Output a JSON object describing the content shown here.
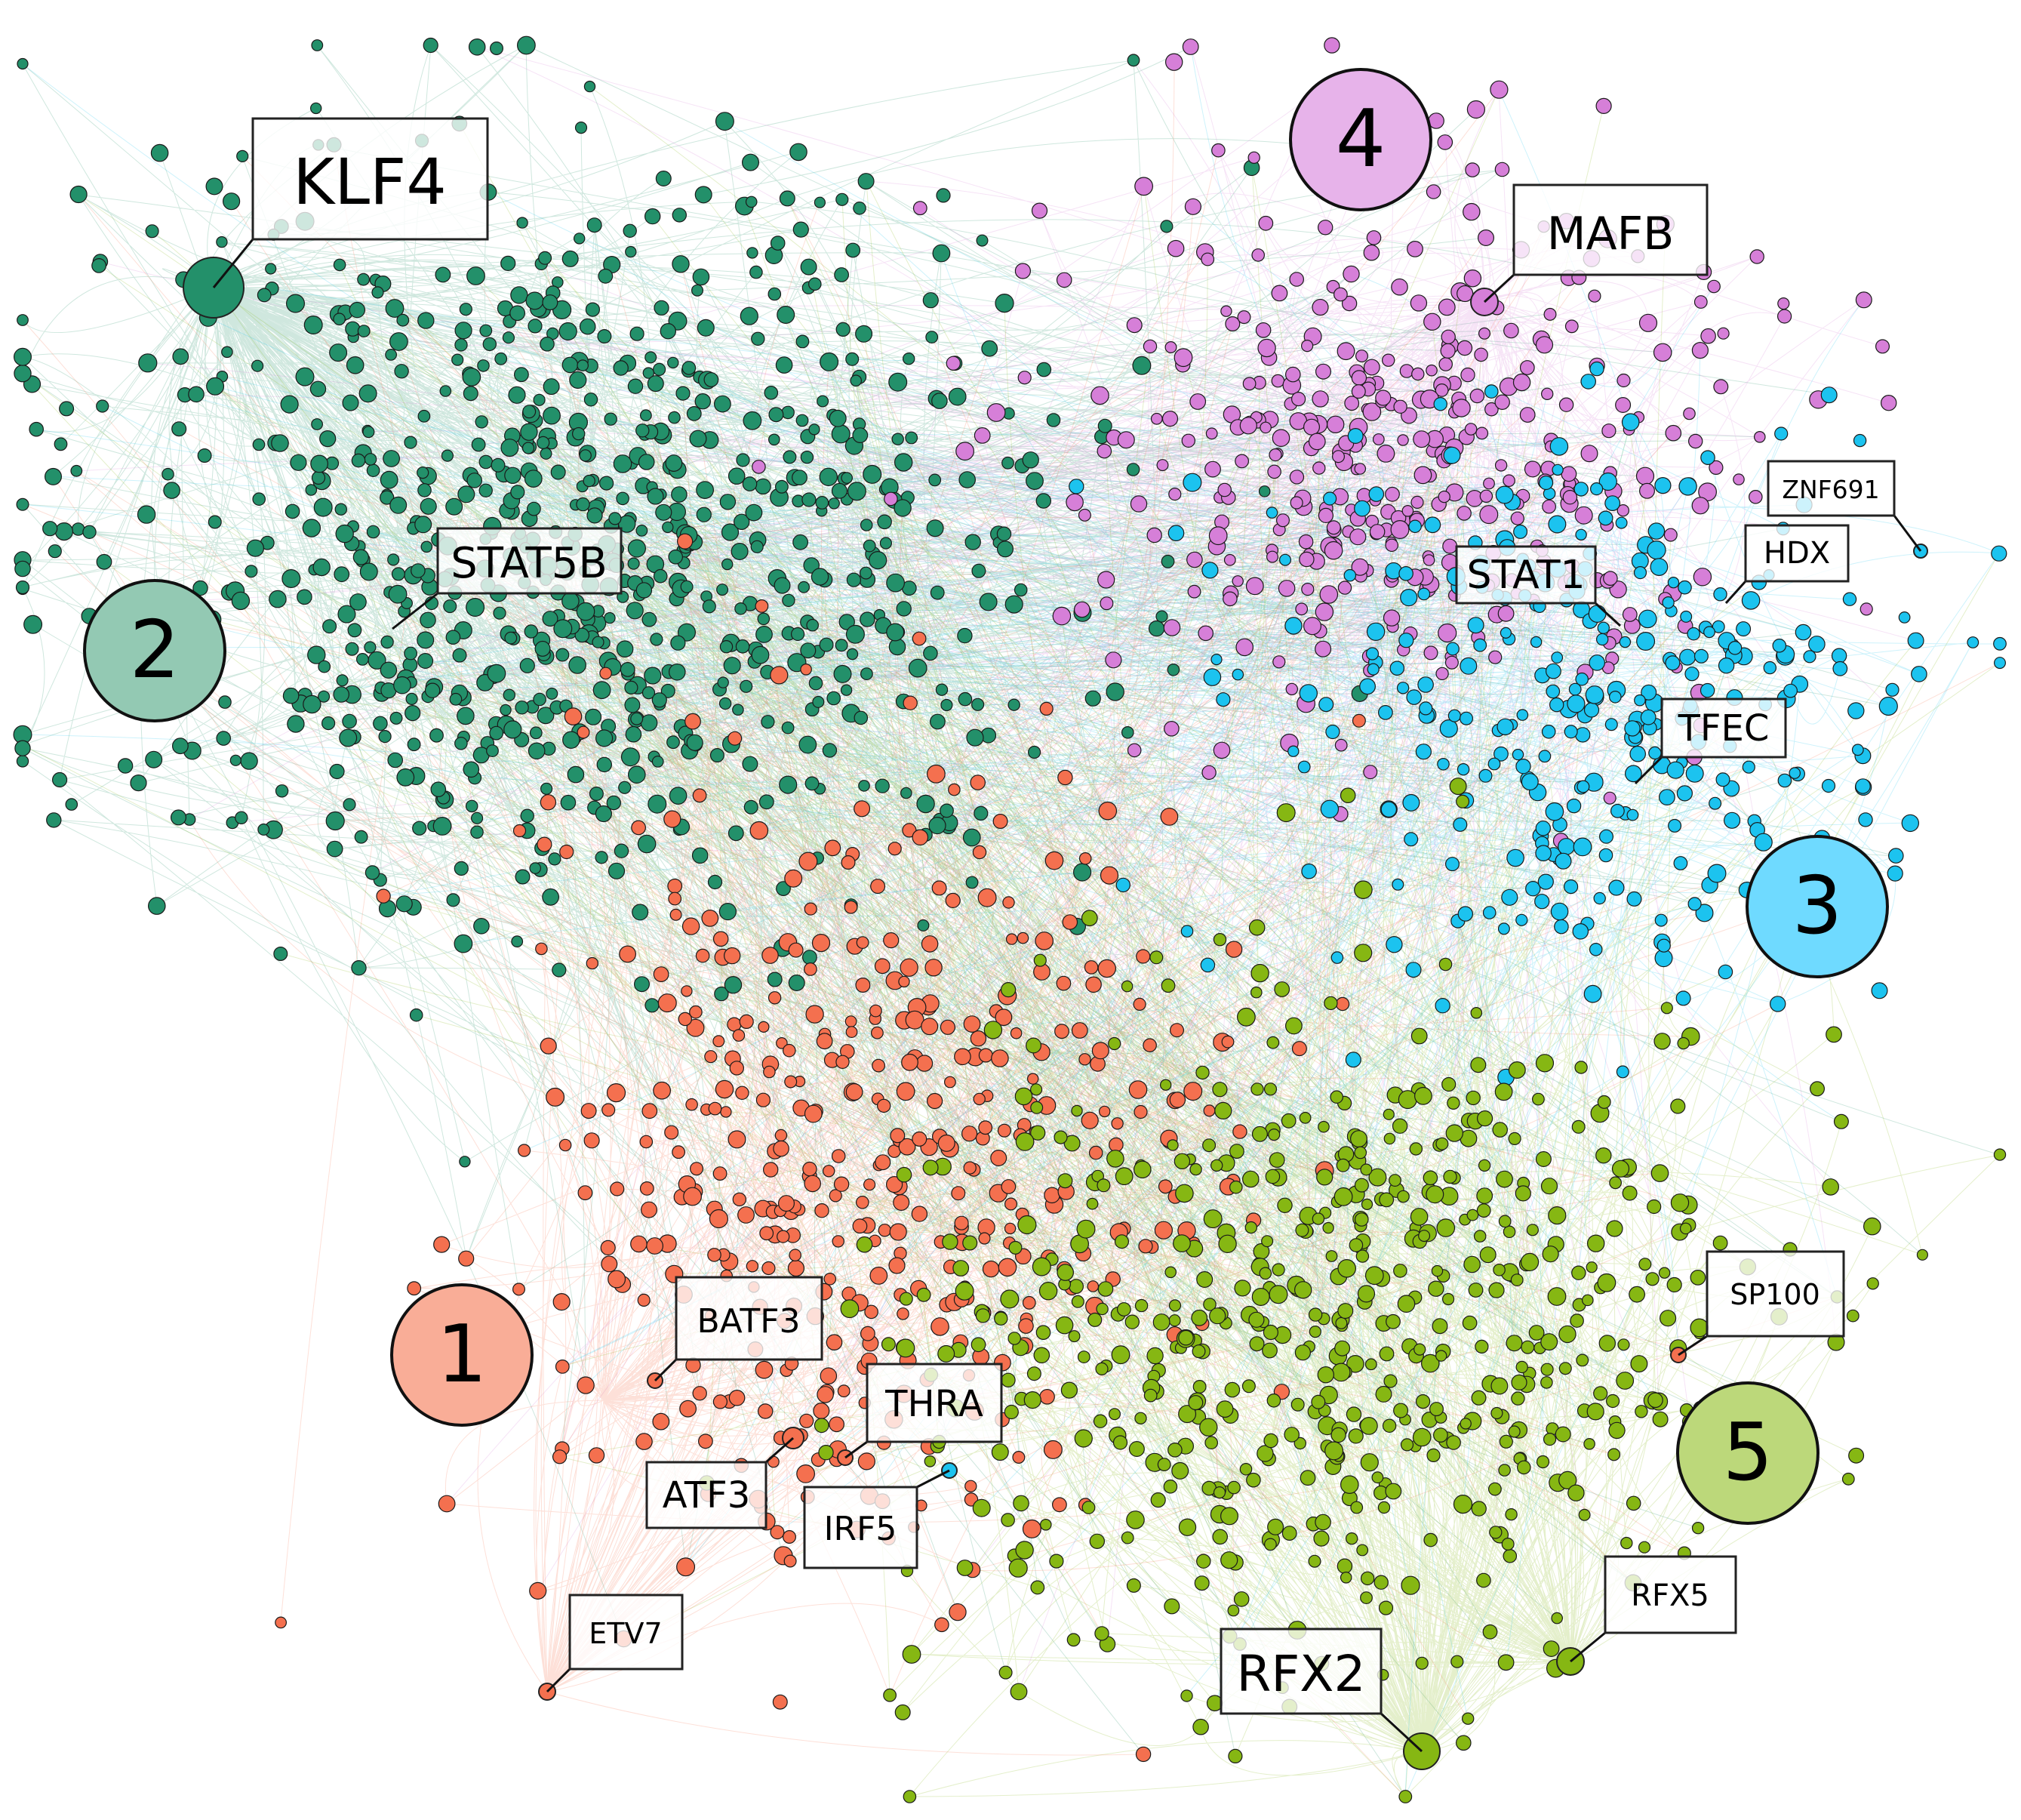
{
  "colors": {
    "cluster_1": "#f4704f",
    "cluster_2": "#23906a",
    "cluster_3": "#1cc3ef",
    "cluster_4": "#d67fd8",
    "cluster_5": "#86b713",
    "badge_1": "#f9ad97",
    "badge_2": "#93c9b3",
    "badge_3": "#6fdaff",
    "badge_4": "#e7b3ea",
    "badge_5": "#bcd87a",
    "label_box_fill": "rgba(255,255,255,0.78)",
    "label_box_stroke": "#222222"
  },
  "clusters": [
    {
      "id": "1",
      "label": "1",
      "color_key": "cluster_1"
    },
    {
      "id": "2",
      "label": "2",
      "color_key": "cluster_2"
    },
    {
      "id": "3",
      "label": "3",
      "color_key": "cluster_3"
    },
    {
      "id": "4",
      "label": "4",
      "color_key": "cluster_4"
    },
    {
      "id": "5",
      "label": "5",
      "color_key": "cluster_5"
    }
  ],
  "labels": [
    {
      "id": "klf4",
      "text": "KLF4",
      "cluster": "2"
    },
    {
      "id": "stat5b",
      "text": "STAT5B",
      "cluster": "2"
    },
    {
      "id": "mafb",
      "text": "MAFB",
      "cluster": "4"
    },
    {
      "id": "znf691",
      "text": "ZNF691",
      "cluster": "3"
    },
    {
      "id": "hdx",
      "text": "HDX",
      "cluster": "3"
    },
    {
      "id": "stat1",
      "text": "STAT1",
      "cluster": "3"
    },
    {
      "id": "tfec",
      "text": "TFEC",
      "cluster": "3"
    },
    {
      "id": "batf3",
      "text": "BATF3",
      "cluster": "1"
    },
    {
      "id": "thra",
      "text": "THRA",
      "cluster": "1"
    },
    {
      "id": "atf3",
      "text": "ATF3",
      "cluster": "1"
    },
    {
      "id": "irf5",
      "text": "IRF5",
      "cluster": "3"
    },
    {
      "id": "etv7",
      "text": "ETV7",
      "cluster": "1"
    },
    {
      "id": "sp100",
      "text": "SP100",
      "cluster": "1"
    },
    {
      "id": "rfx5",
      "text": "RFX5",
      "cluster": "5"
    },
    {
      "id": "rfx2",
      "text": "RFX2",
      "cluster": "5"
    }
  ]
}
